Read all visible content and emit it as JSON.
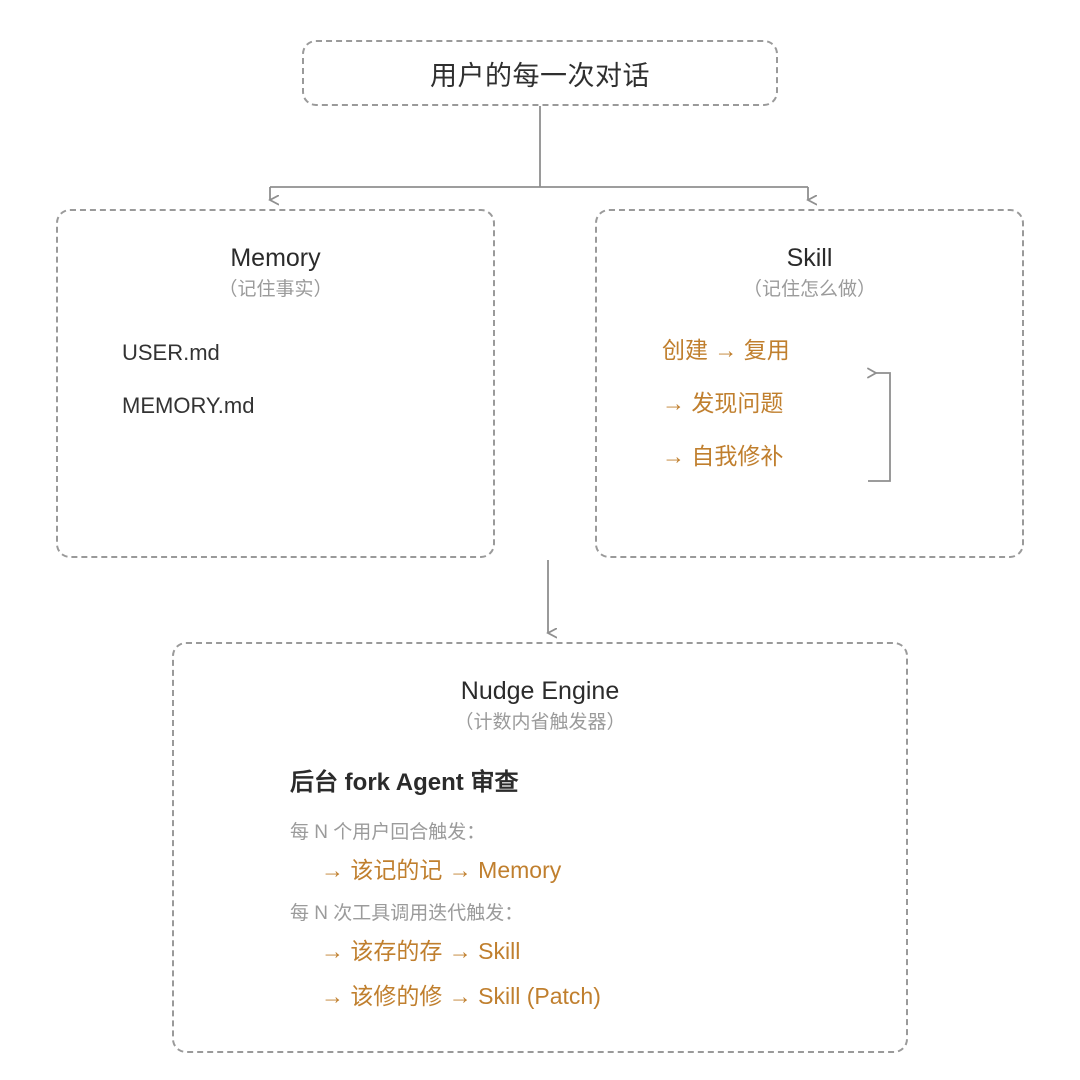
{
  "diagram": {
    "colors": {
      "accent_orange": "#c07f2e",
      "text_dark": "#2b2b2b",
      "text_muted": "#9b9b9b",
      "border": "#9a9a9a",
      "connector": "#8f8f8f",
      "background": "#ffffff"
    },
    "root": {
      "label": "用户的每一次对话"
    },
    "memory": {
      "title": "Memory",
      "subtitle": "（记住事实）",
      "items": [
        "USER.md",
        "MEMORY.md"
      ]
    },
    "skill": {
      "title": "Skill",
      "subtitle": "（记住怎么做）",
      "items": [
        "创建 → 复用",
        "→ 发现问题",
        "→ 自我修补"
      ],
      "loop_arrow": "feedback-loop-arrow"
    },
    "nudge": {
      "title": "Nudge Engine",
      "subtitle": "（计数内省触发器）",
      "heading": "后台 fork Agent 审查",
      "groups": [
        {
          "label": "每 N 个用户回合触发：",
          "lines": [
            "→ 该记的记 → Memory"
          ]
        },
        {
          "label": "每 N 次工具调用迭代触发：",
          "lines": [
            "→ 该存的存 → Skill",
            "→ 该修的修 → Skill (Patch)"
          ]
        }
      ]
    }
  }
}
